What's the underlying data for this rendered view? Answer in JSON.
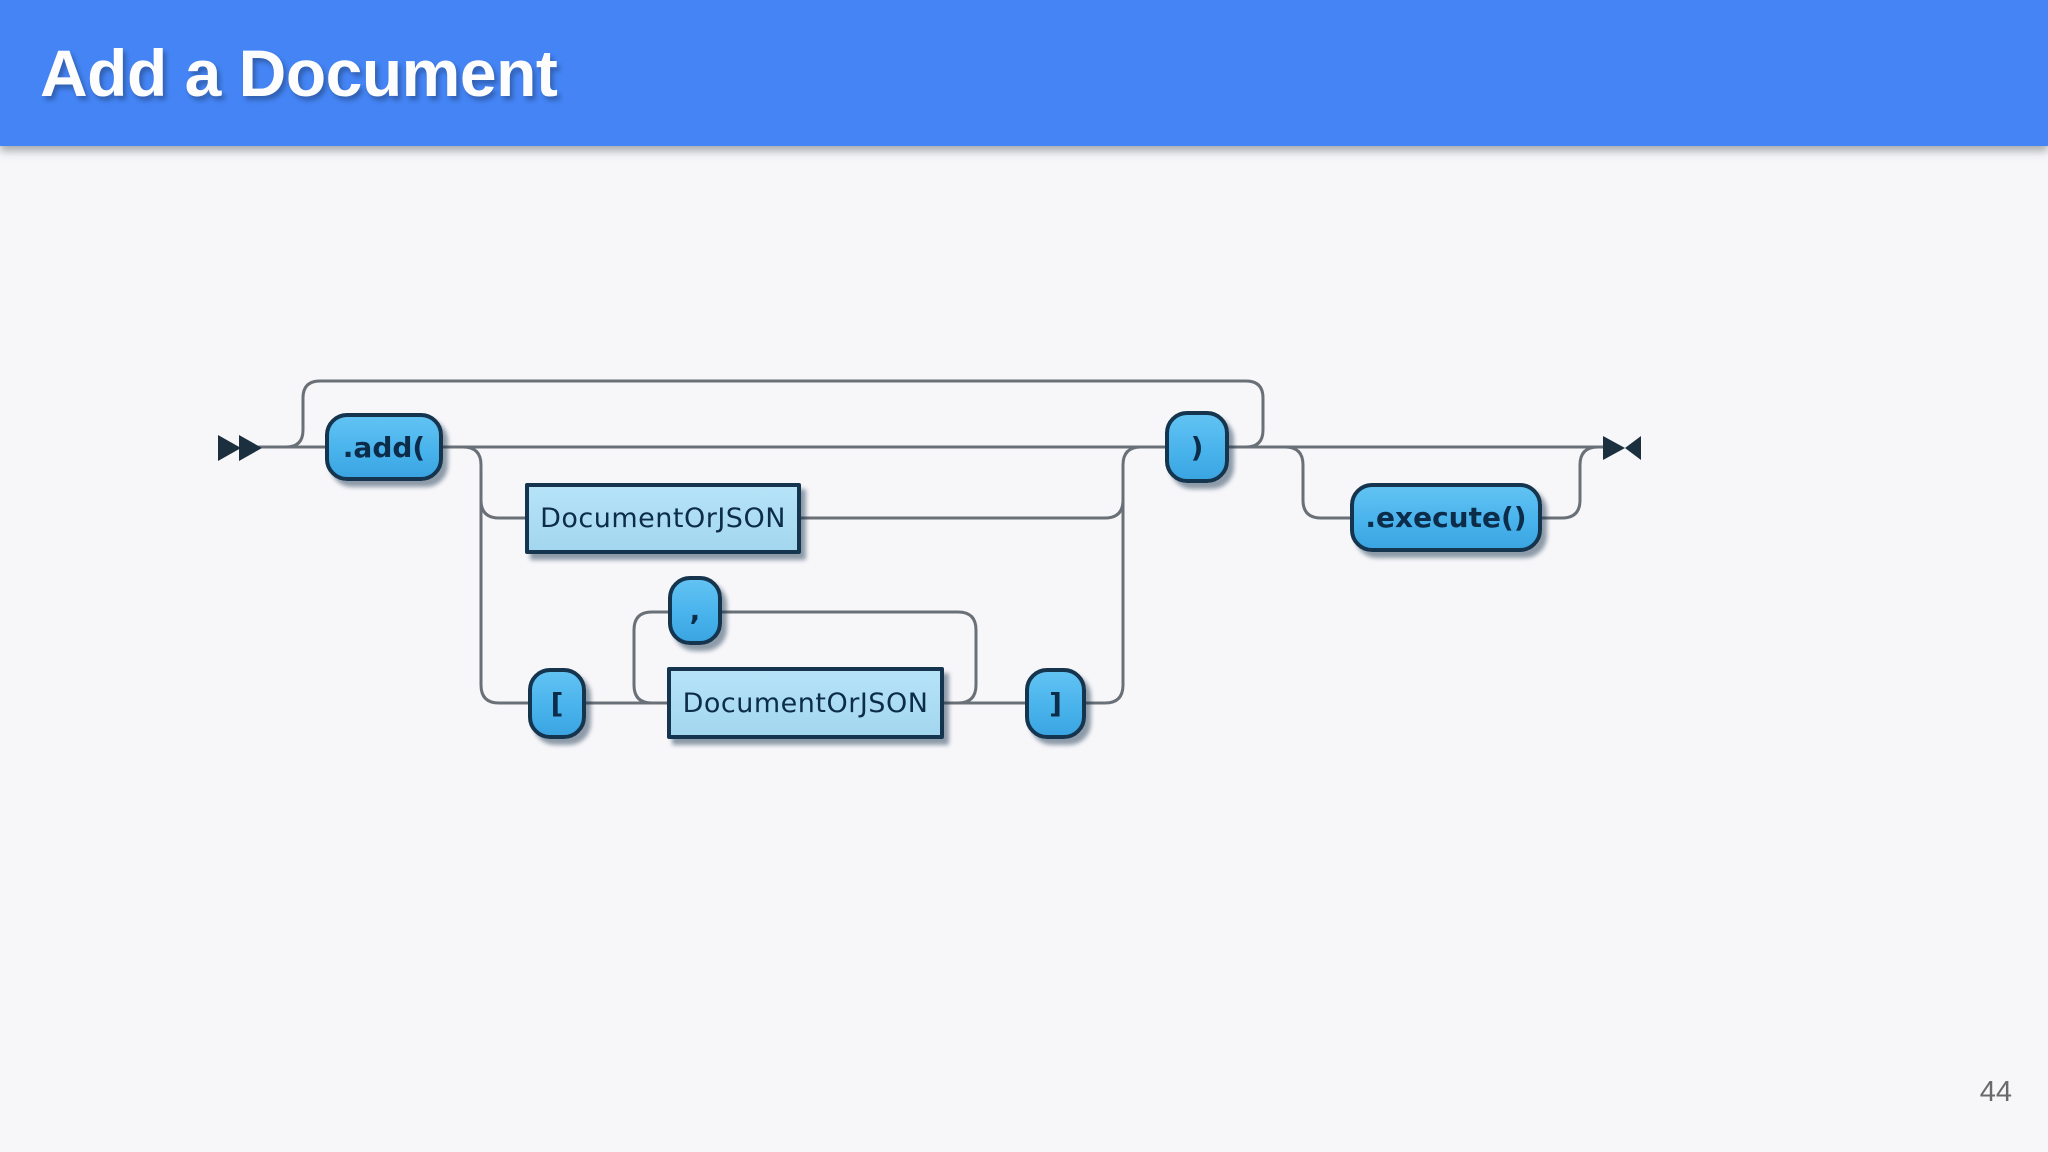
{
  "slide": {
    "title": "Add a Document",
    "page_number": "44"
  },
  "theme": {
    "header_color": "#4484f4",
    "background_color": "#f7f7fa",
    "line_color": "#6a7077",
    "terminal_fill": "#49b3ec",
    "nonterminal_fill": "#aadcf3",
    "node_border_color": "#15344e",
    "node_text_color": "#0c2c4a",
    "arrow_color": "#1b2f3f",
    "page_number_color": "#6a6a6a"
  },
  "diagram": {
    "type": "railroad-syntax-diagram",
    "start_icon": "railroad-start-arrow",
    "end_icon": "railroad-end-arrow",
    "nodes": {
      "add": {
        "label": ".add(",
        "kind": "terminal"
      },
      "document_or_json_single": {
        "label": "DocumentOrJSON",
        "kind": "nonterminal"
      },
      "bracket_open": {
        "label": "[",
        "kind": "terminal"
      },
      "comma": {
        "label": ",",
        "kind": "terminal"
      },
      "document_or_json_array": {
        "label": "DocumentOrJSON",
        "kind": "nonterminal"
      },
      "bracket_close": {
        "label": "]",
        "kind": "terminal"
      },
      "close_paren": {
        "label": ")",
        "kind": "terminal"
      },
      "execute": {
        "label": ".execute()",
        "kind": "terminal"
      }
    },
    "structure_summary": ".add( ( empty | DocumentOrJSON | [ DocumentOrJSON ( , DocumentOrJSON )* ] ) ) is optional, followed by optional .execute()"
  }
}
